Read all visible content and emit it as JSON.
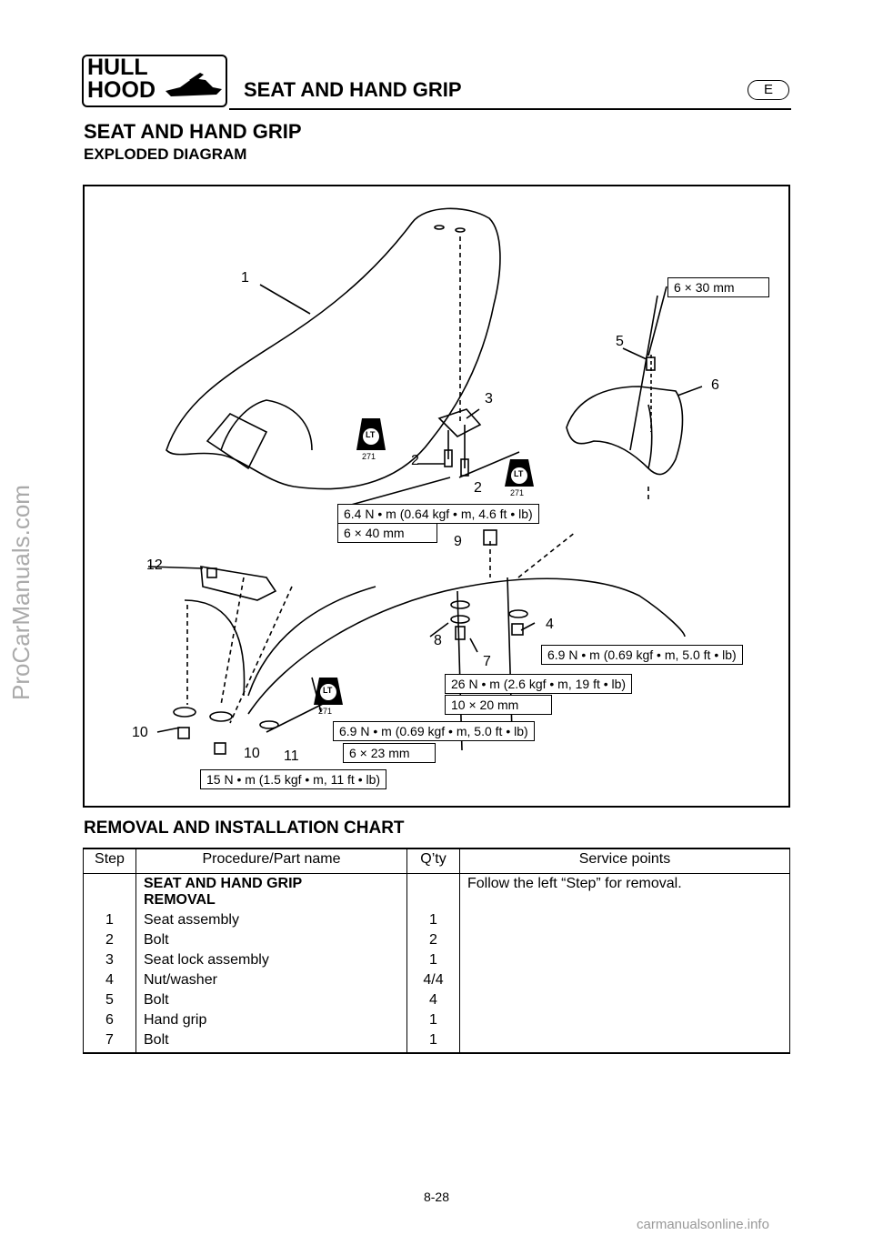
{
  "header": {
    "section_line1": "HULL",
    "section_line2": "HOOD",
    "title": "SEAT AND HAND GRIP",
    "language": "E"
  },
  "page": {
    "heading": "SEAT AND HAND GRIP",
    "subheading": "EXPLODED DIAGRAM",
    "chart_heading": "REMOVAL AND INSTALLATION CHART",
    "page_number": "8-28"
  },
  "diagram": {
    "callouts": [
      "1",
      "2",
      "2",
      "3",
      "4",
      "5",
      "6",
      "7",
      "8",
      "9",
      "10",
      "10",
      "11",
      "12"
    ],
    "specs": {
      "bolt5_size": "6 × 30 mm",
      "bolt2_torque": "6.4 N • m (0.64 kgf • m, 4.6 ft • lb)",
      "bolt2_size": "6 × 40 mm",
      "nut4_torque": "6.9 N • m (0.69 kgf • m, 5.0 ft • lb)",
      "bolt7_torque": "26 N • m (2.6 kgf • m, 19 ft • lb)",
      "bolt7_size": "10 × 20 mm",
      "bolt11_torque": "6.9 N • m (0.69 kgf • m, 5.0 ft • lb)",
      "bolt11_size": "6 × 23 mm",
      "nut10_torque": "15 N • m (1.5 kgf • m, 11 ft • lb)"
    },
    "locktite_label": "LT",
    "locktite_number": "271"
  },
  "table": {
    "headers": [
      "Step",
      "Procedure/Part name",
      "Q’ty",
      "Service points"
    ],
    "group_title_line1": "SEAT AND HAND GRIP",
    "group_title_line2": "REMOVAL",
    "group_note": "Follow the left “Step” for removal.",
    "rows": [
      {
        "step": "1",
        "name": "Seat assembly",
        "qty": "1"
      },
      {
        "step": "2",
        "name": "Bolt",
        "qty": "2"
      },
      {
        "step": "3",
        "name": "Seat lock assembly",
        "qty": "1"
      },
      {
        "step": "4",
        "name": "Nut/washer",
        "qty": "4/4"
      },
      {
        "step": "5",
        "name": "Bolt",
        "qty": "4"
      },
      {
        "step": "6",
        "name": "Hand grip",
        "qty": "1"
      },
      {
        "step": "7",
        "name": "Bolt",
        "qty": "1"
      }
    ]
  },
  "watermarks": {
    "side": "ProCarManuals.com",
    "bottom": "carmanualsonline.info"
  }
}
